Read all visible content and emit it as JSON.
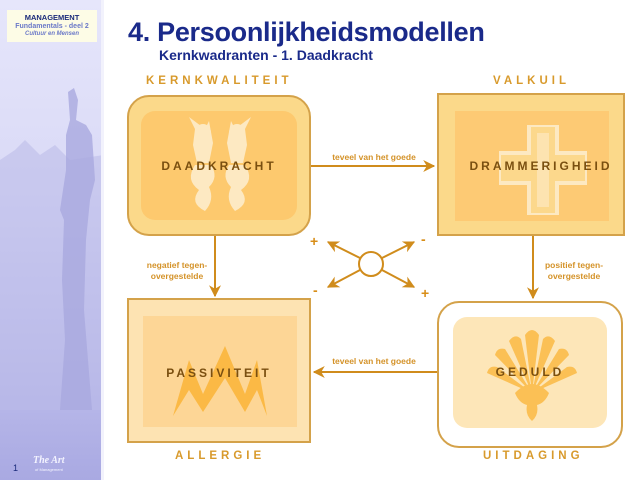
{
  "sidebar": {
    "logo": {
      "line1": "MANAGEMENT",
      "line2": "Fundamentals - deel 2",
      "line3": "Cultuur en Mensen"
    },
    "page_number": "1",
    "footer_logo": "The Art",
    "footer_logo_sub": "of Management"
  },
  "header": {
    "title": "4. Persoonlijkheidsmodellen",
    "subtitle": "Kernkwadranten - 1. Daadkracht"
  },
  "diagram": {
    "quadrants": {
      "top_left": {
        "label": "KERNKWALITEIT",
        "value": "DAADKRACHT",
        "icon": "twin-figures-icon"
      },
      "top_right": {
        "label": "VALKUIL",
        "value": "DRAMMERIGHEID",
        "icon": "cross-icon"
      },
      "bottom_left": {
        "label": "ALLERGIE",
        "value": "PASSIVITEIT",
        "icon": "zigzag-peaks-icon"
      },
      "bottom_right": {
        "label": "UITDAGING",
        "value": "GEDULD",
        "icon": "shell-icon"
      }
    },
    "edges": {
      "top": "teveel van het goede",
      "bottom": "teveel van het goede",
      "left_line1": "negatief tegen-",
      "left_line2": "overgestelde",
      "right_line1": "positief tegen-",
      "right_line2": "overgestelde"
    },
    "signs": {
      "top_left": "+",
      "top_right": "-",
      "bottom_left": "-",
      "bottom_right": "+"
    },
    "colors": {
      "accent": "#d4a24a",
      "label": "#d89a2c",
      "word": "#7a4f10",
      "title": "#1a2a8a"
    }
  }
}
